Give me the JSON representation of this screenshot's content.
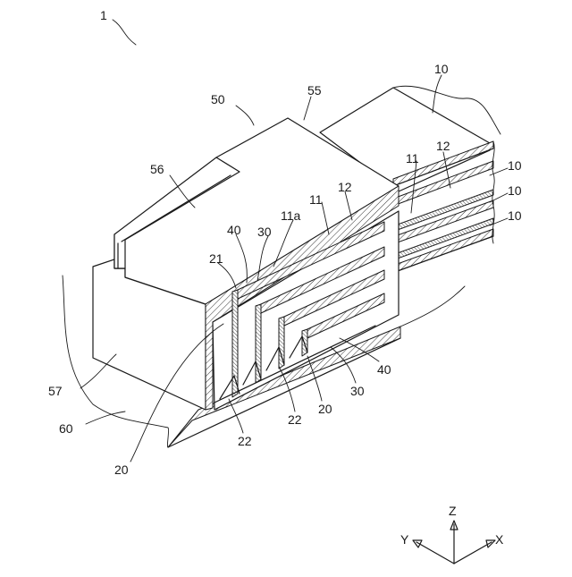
{
  "figure": {
    "labels": {
      "assembly": "1",
      "connector": "50",
      "connector_top": "55",
      "connector_side": "56",
      "connector_front": "57",
      "base": "60",
      "cable_a": "10",
      "cable_b": "10",
      "cable_c": "10",
      "cable_d": "10",
      "shield_a": "12",
      "shield_b": "12",
      "conductor_a": "11",
      "conductor_b": "11",
      "conductor_end": "11a",
      "ground_bar_a": "40",
      "ground_bar_b": "40",
      "contact_a": "30",
      "contact_b": "30",
      "terminal_top": "21",
      "terminal_a": "20",
      "terminal_b": "20",
      "spring_a": "22",
      "spring_b": "22"
    },
    "axes": {
      "z": "Z",
      "y": "Y",
      "x": "X"
    }
  }
}
